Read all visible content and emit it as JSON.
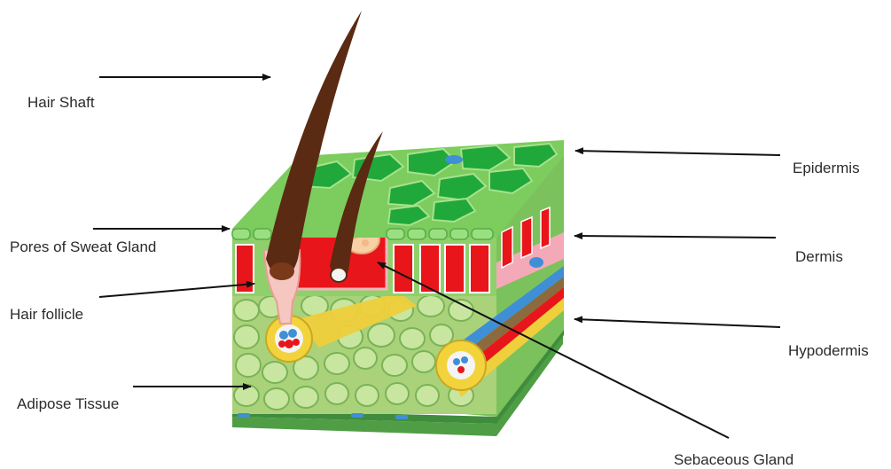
{
  "labels": {
    "hair_shaft": "Hair Shaft",
    "pores_of_sweat_gland": "Pores of Sweat Gland",
    "hair_follicle": "Hair follicle",
    "adipose_tissue": "Adipose Tissue",
    "epidermis": "Epidermis",
    "dermis": "Dermis",
    "hypodermis": "Hypodermis",
    "sebaceous_gland": "Sebaceous Gland"
  },
  "colors": {
    "epidermis_green": "#21a83a",
    "epidermis_light": "#86d96f",
    "dermis_red": "#e8151b",
    "fat_green": "#b9dc8b",
    "fat_dark": "#6fae4a",
    "hair_brown": "#5a2a12",
    "vessel_blue": "#3f8fd6",
    "vessel_yellow": "#f0cf3a",
    "pink": "#f4a9b8"
  }
}
